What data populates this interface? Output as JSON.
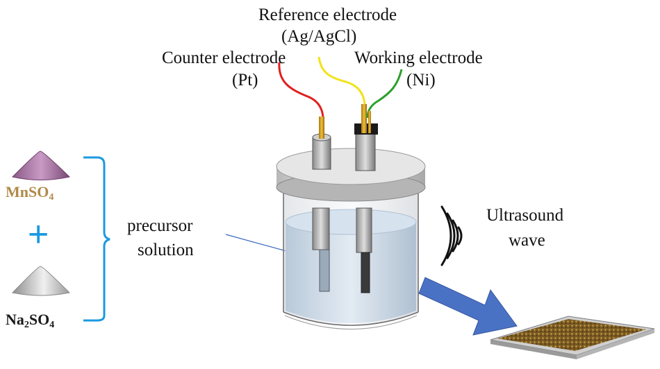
{
  "labels": {
    "reference_electrode": "Reference electrode",
    "reference_material": "(Ag/AgCl)",
    "counter_electrode": "Counter electrode",
    "counter_material": "(Pt)",
    "working_electrode": "Working electrode",
    "working_material": "(Ni)",
    "precursor_line1": "precursor",
    "precursor_line2": "solution",
    "ultrasound_line1": "Ultrasound",
    "ultrasound_line2": "wave",
    "plus_sign": "+"
  },
  "reagents": [
    {
      "formula_main": "MnSO",
      "formula_sub": "4",
      "color": "#b08a4a"
    },
    {
      "formula_main": "Na",
      "formula_sub1": "2",
      "formula_mid": "SO",
      "formula_sub": "4",
      "color": "#1a1a1a"
    }
  ],
  "colors": {
    "counter_wire": "#e02020",
    "reference_wire": "#f2e21a",
    "working_wire": "#2aa02a",
    "bracket": "#1a9ae0",
    "arrow": "#4a72c4",
    "product_film": "#8a6a2a"
  }
}
